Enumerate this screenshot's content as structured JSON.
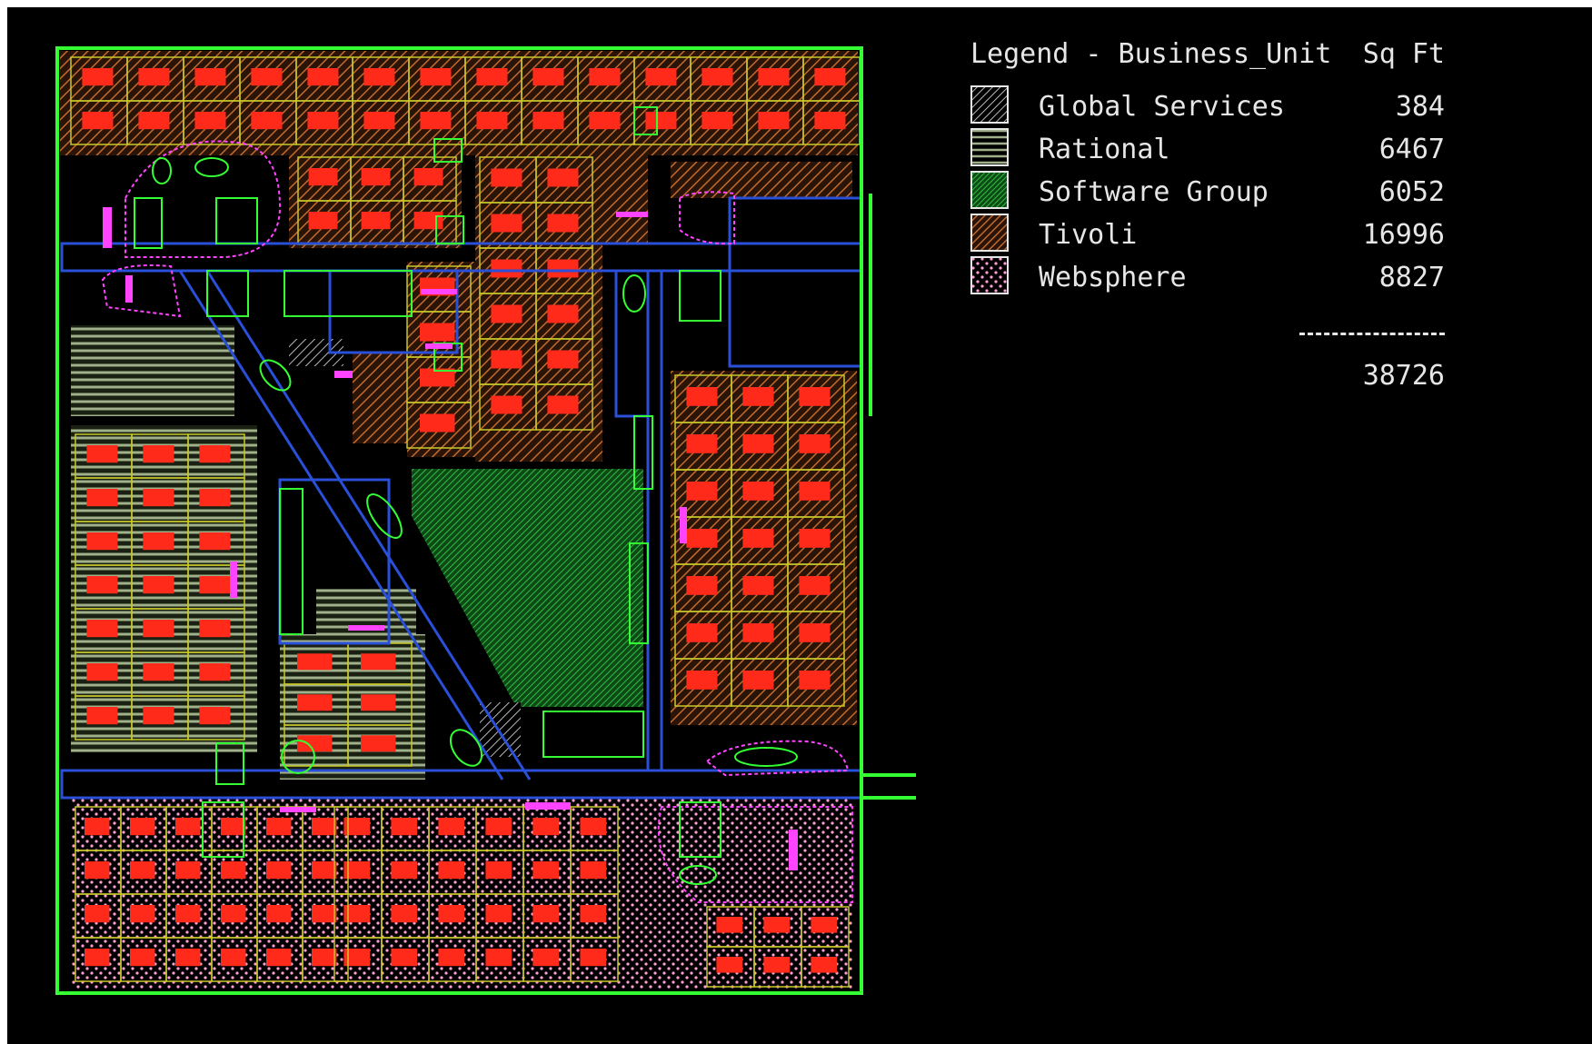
{
  "legend": {
    "title": "Legend - Business_Unit",
    "unit_header": "Sq Ft",
    "items": [
      {
        "name": "Global Services",
        "value": "384",
        "pattern": "hatch-gray",
        "color": "#b8b8b8"
      },
      {
        "name": "Rational",
        "value": "6467",
        "pattern": "stripes-gray",
        "color": "#9fb08a"
      },
      {
        "name": "Software Group",
        "value": "6052",
        "pattern": "dense-green",
        "color": "#1f8f2f"
      },
      {
        "name": "Tivoli",
        "value": "16996",
        "pattern": "hatch-orange",
        "color": "#b8622a"
      },
      {
        "name": "Websphere",
        "value": "8827",
        "pattern": "dots-pink",
        "color": "#ff9fd6"
      }
    ],
    "separator": "-------",
    "total": "38726"
  },
  "colors": {
    "background": "#000000",
    "outer_wall": "#33ff33",
    "corridor_wall": "#2a4fd8",
    "partition": "#c8c82a",
    "desk": "#ff2a1a",
    "furniture_magenta": "#ff44ff",
    "furniture_green": "#33ff33"
  },
  "plan": {
    "icons": [
      "floor-plan",
      "cubicle",
      "conference-table",
      "desk-chair"
    ]
  }
}
